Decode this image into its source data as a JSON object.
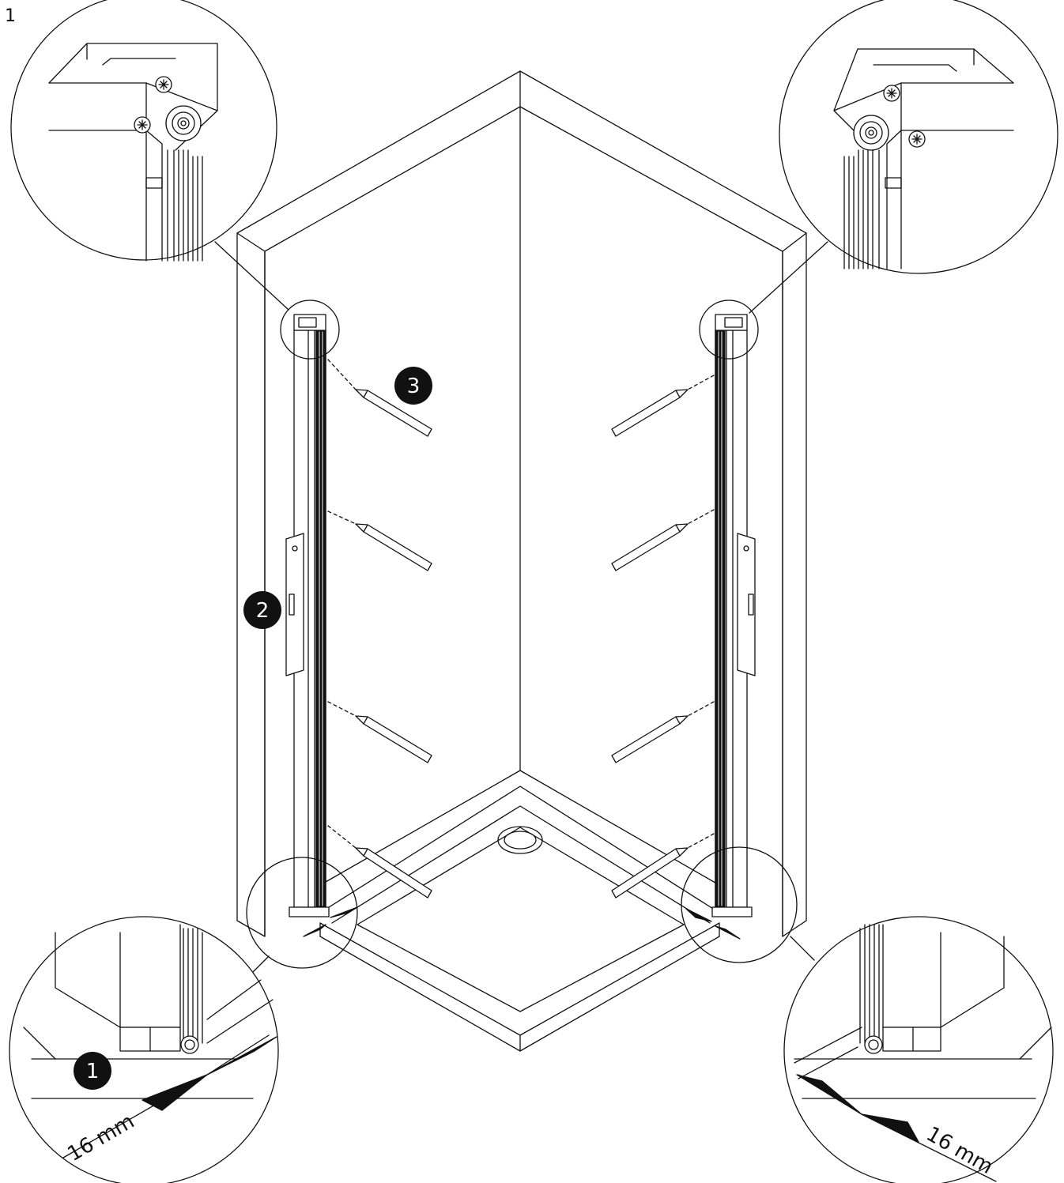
{
  "step_number": "1",
  "callouts": {
    "c1": "1",
    "c2": "2",
    "c3": "3"
  },
  "dimensions": {
    "left": "16 mm",
    "right": "16 mm"
  },
  "colors": {
    "line": "#111111",
    "fill": "#ffffff",
    "badge": "#111111",
    "badge_text": "#ffffff"
  }
}
